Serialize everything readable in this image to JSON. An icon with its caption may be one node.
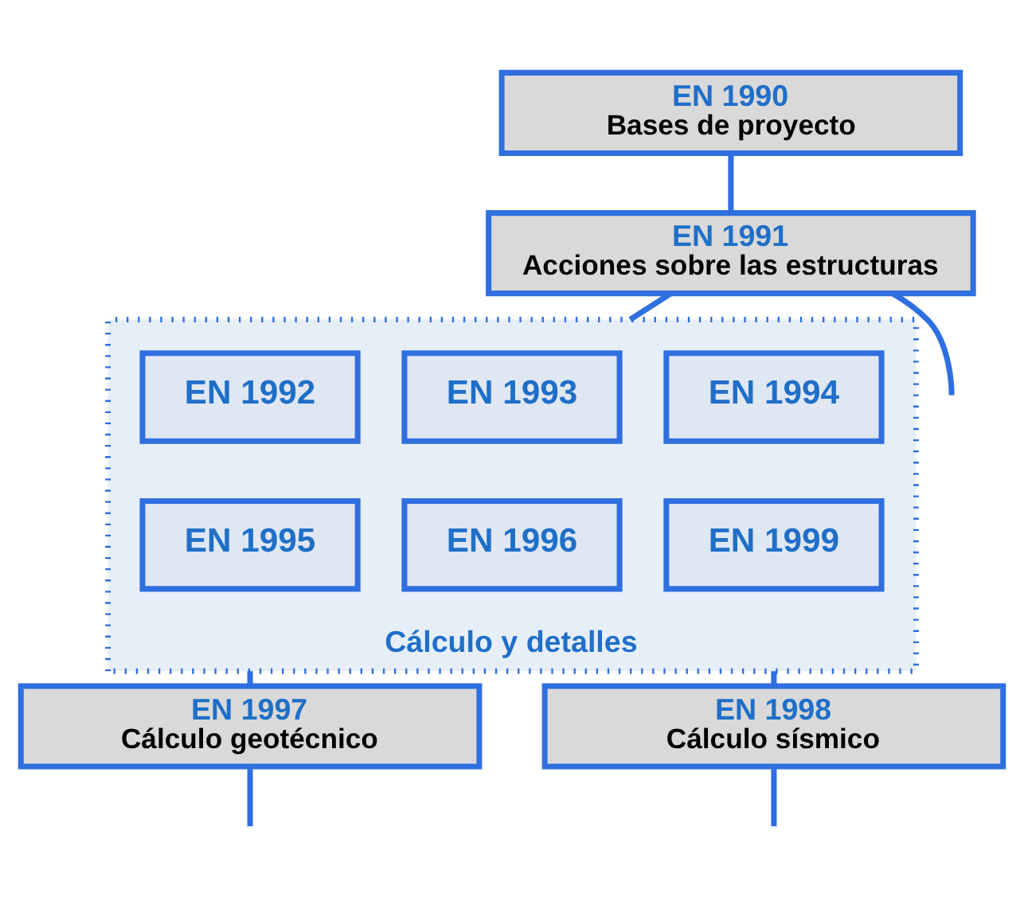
{
  "diagram": {
    "nodes": [
      {
        "text": [
          "EN 1990",
          "Bases de proyecto"
        ]
      },
      {
        "text": [
          "EN 1991",
          "Acciones sobre las estructuras"
        ]
      },
      {
        "text": [
          "Cálculo y detalles"
        ]
      },
      {
        "text": [
          "EN 1992"
        ],
        "in": 2
      },
      {
        "text": [
          "EN 1993"
        ],
        "in": 2
      },
      {
        "text": [
          "EN 1994"
        ],
        "in": 2
      },
      {
        "text": [
          "EN 1995"
        ],
        "in": 2
      },
      {
        "text": [
          "EN 1996"
        ],
        "in": 2
      },
      {
        "text": [
          "EN 1999"
        ],
        "in": 2
      },
      {
        "text": [
          "EN 1997",
          "Cálculo geotécnico"
        ]
      },
      {
        "text": [
          "EN 1998",
          "Cálculo sísmico"
        ]
      }
    ],
    "edges": [
      {
        "from": 0,
        "to": 1,
        "arrow": "none"
      },
      {
        "from": 1,
        "to": null,
        "arrow": "none"
      },
      {
        "from": 1,
        "to": 2,
        "arrow": "none"
      },
      {
        "from": 2,
        "to": 9,
        "arrow": "none"
      },
      {
        "from": 2,
        "to": 10,
        "arrow": "none"
      },
      {
        "from": 9,
        "to": null,
        "arrow": "none"
      },
      {
        "from": 10,
        "to": null,
        "arrow": "none"
      }
    ]
  }
}
